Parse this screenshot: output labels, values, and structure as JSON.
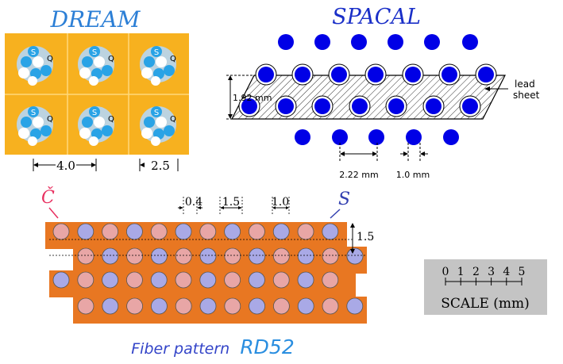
{
  "titles": {
    "dream": "DREAM",
    "spacal": "SPACAL",
    "rd52_prefix": "Fiber pattern",
    "rd52_name": "RD52"
  },
  "dream": {
    "fiber_s": "S",
    "fiber_q": "Q",
    "dim_width": "4.0",
    "dim_right": "2.5",
    "colors": {
      "copper": "#f7b11f",
      "s_fiber": "#29a3e6",
      "q_fiber": "#ffffff",
      "hole": "#bcd3e0"
    }
  },
  "spacal": {
    "dim_thickness": "1.92 mm",
    "dim_pitch": "2.22 mm",
    "dim_fiber": "1.0 mm",
    "lead_label_1": "lead",
    "lead_label_2": "sheet",
    "colors": {
      "fiber": "#0000e6"
    }
  },
  "rd52": {
    "label_c": "Č",
    "label_s": "S",
    "dim_a": "0.4",
    "dim_b": "1.5",
    "dim_c": "1.0",
    "dim_d": "1.5",
    "colors": {
      "copper": "#e87722",
      "c_fiber": "#e8a6a6",
      "s_fiber": "#a9a9e6",
      "c_label": "#e83060",
      "s_label": "#3340b0"
    }
  },
  "scale": {
    "ticks": [
      "0",
      "1",
      "2",
      "3",
      "4",
      "5"
    ],
    "label": "SCALE (mm)"
  }
}
